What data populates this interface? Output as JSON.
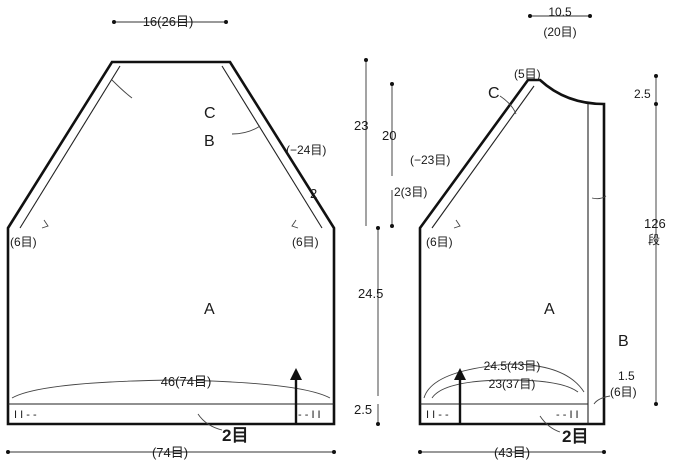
{
  "diagram": {
    "body_piece": {
      "width_top": "16(26目)",
      "height_raglan": "23",
      "height_raglan_inner": "20",
      "shaping_raglan": "(−24目)",
      "label_c": "C",
      "label_b": "B",
      "margin_top": "2",
      "shaping_underarm": "2(3目)",
      "underarm_left": "(6目)",
      "underarm_right": "(6目)",
      "label_a": "A",
      "height_body": "24.5",
      "hem_count": "46(74目)",
      "hem_height": "2.5",
      "ribbing_left": "I I - -",
      "ribbing_right": "- - I I",
      "pickup": "2目",
      "width_bottom": "(74目)"
    },
    "front_piece": {
      "width_top": "10.5",
      "width_top_stitches": "(20目)",
      "neck_stitches": "(5目)",
      "label_c": "C",
      "shaping_raglan": "(−23目)",
      "underarm": "(6目)",
      "label_a": "A",
      "label_b": "B",
      "top_margin": "2.5",
      "rows_count": "126",
      "rows_unit": "段",
      "inner_count_1": "24.5(43目)",
      "inner_count_2": "23(37目)",
      "band_height": "1.5",
      "band_stitches": "(6目)",
      "ribbing_left": "I I - -",
      "ribbing_right": "- - I I",
      "pickup": "2目",
      "width_bottom": "(43目)"
    }
  }
}
